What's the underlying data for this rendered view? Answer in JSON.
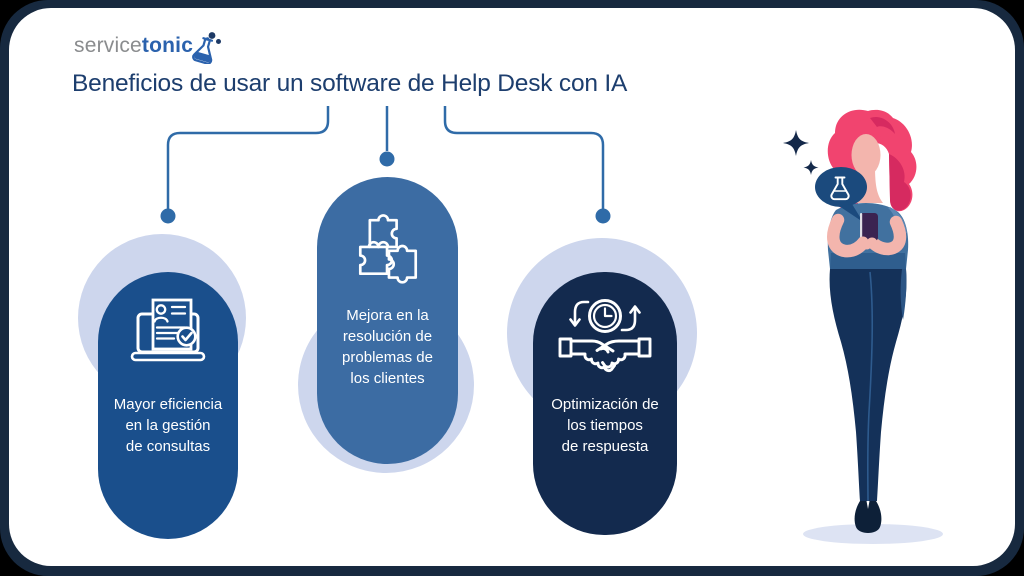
{
  "frame": {
    "outer_bg": "#000000",
    "border_color": "#17293f",
    "card_bg": "#ffffff"
  },
  "logo": {
    "part1": "service",
    "part2": "tonic",
    "part1_color": "#8a8c8e",
    "part2_color": "#2b62ad",
    "flask_icon_color": "#2b62ad",
    "bubble_dot_color": "#1d3a66"
  },
  "title": {
    "text": "Beneficios de usar un software de Help Desk con IA",
    "color": "#1d3e6e"
  },
  "connectors": {
    "line_color": "#2f6ba8",
    "dot_color": "#2f6ba8"
  },
  "decor": {
    "halo_color": "#cdd6ed"
  },
  "cards": [
    {
      "icon": "laptop-document-check-icon",
      "bg": "#1a4f8c",
      "text_color": "#ffffff",
      "lines": [
        "Mayor eficiencia",
        "en la gestión",
        "de consultas"
      ]
    },
    {
      "icon": "puzzle-pieces-icon",
      "bg": "#3c6ca3",
      "text_color": "#ffffff",
      "lines": [
        "Mejora en la",
        "resolución de",
        "problemas de",
        "los clientes"
      ]
    },
    {
      "icon": "handshake-clock-icon",
      "bg": "#132a4e",
      "text_color": "#ffffff",
      "lines": [
        "Optimización de",
        "los tiempos",
        "de respuesta"
      ]
    }
  ],
  "illustration": {
    "name": "woman-checking-phone",
    "hair_color": "#f1446f",
    "hair_shade_color": "#d62a60",
    "skin_color": "#f3b5ad",
    "shirt_color": "#41719f",
    "shirt_shade_color": "#2f5e8e",
    "shirt_highlight_color": "#5d88b5",
    "pants_color": "#143159",
    "shoe_color": "#0d2038",
    "phone_color": "#3b2351",
    "speech_bubble_color": "#1b4a7d",
    "sparkle_color": "#14294a",
    "shadow_color": "#dde3f3"
  }
}
